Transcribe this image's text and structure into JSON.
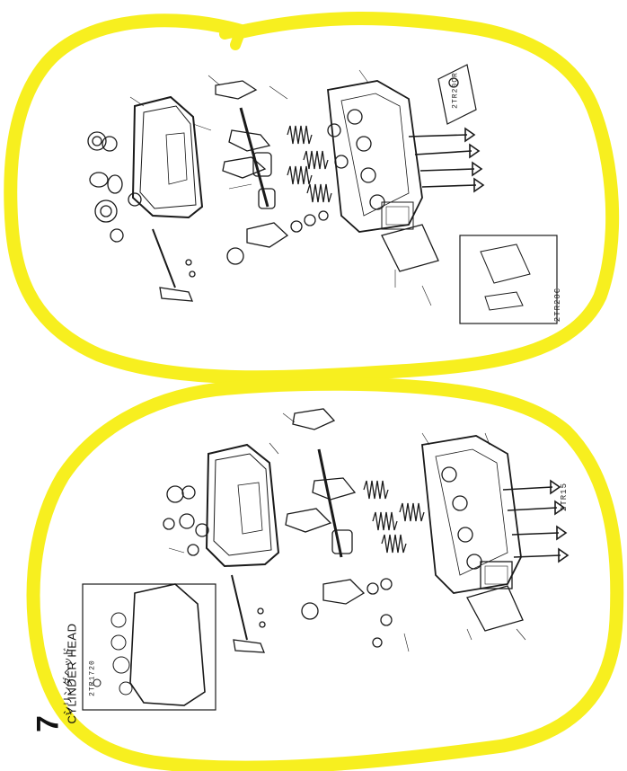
{
  "page": {
    "number": "7",
    "title_jp": "シリンダヘッド",
    "title_en": "CYLINDER HEAD"
  },
  "figures": [
    {
      "code": "2TR20C",
      "callout": "2TR20CR"
    },
    {
      "code": "2TR15",
      "callout": "2TR1720"
    }
  ],
  "colors": {
    "highlight": "#f7ef1f",
    "ink": "#1a1a1a",
    "paper": "#ffffff"
  }
}
